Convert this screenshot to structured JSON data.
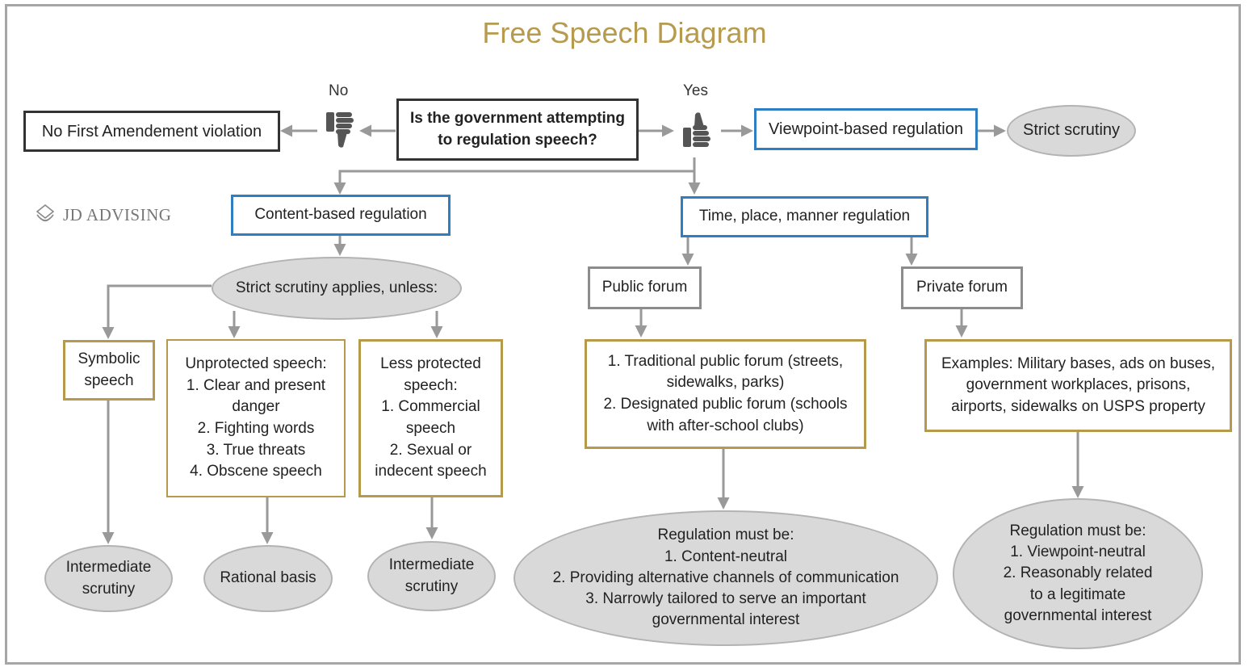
{
  "title": "Free Speech Diagram",
  "logo": {
    "text": "JD ADVISING"
  },
  "labels": {
    "no": "No",
    "yes": "Yes"
  },
  "question": "Is the government attempting\nto regulation speech?",
  "no_violation": "No First Amendement violation",
  "viewpoint": "Viewpoint-based regulation",
  "strict_top": "Strict scrutiny",
  "content_based": "Content-based regulation",
  "tpm": "Time, place, manner regulation",
  "strict_applies": "Strict scrutiny applies, unless:",
  "symbolic": "Symbolic\nspeech",
  "unprotected": "Unprotected speech:\n1. Clear and present\ndanger\n2. Fighting words\n3. True threats\n4. Obscene speech",
  "less_protected": "Less protected\nspeech:\n1. Commercial\nspeech\n2. Sexual or\nindecent speech",
  "public_forum": "Public forum",
  "private_forum": "Private forum",
  "public_examples": "1. Traditional public forum (streets,\nsidewalks, parks)\n2. Designated public forum (schools\nwith after-school clubs)",
  "private_examples": "Examples: Military bases, ads on buses,\ngovernment workplaces, prisons,\nairports, sidewalks on USPS property",
  "intermediate_1": "Intermediate\nscrutiny",
  "rational_basis": "Rational basis",
  "intermediate_2": "Intermediate\nscrutiny",
  "public_regulation": "Regulation must be:\n1. Content-neutral\n2. Providing alternative channels of communication\n3. Narrowly tailored to serve an important\ngovernmental interest",
  "private_regulation": "Regulation must be:\n1. Viewpoint-neutral\n2. Reasonably related\nto a legitimate\ngovernmental interest",
  "colors": {
    "title": "#b69a4e",
    "blue_border": "#2f7ec1",
    "gold_border": "#b59a4c",
    "oval_fill": "#d9d9d9",
    "arrow": "#999999"
  },
  "icons": {
    "no": "thumbs-down-icon",
    "yes": "thumbs-up-icon",
    "logo": "jd-advising-logo-icon"
  }
}
